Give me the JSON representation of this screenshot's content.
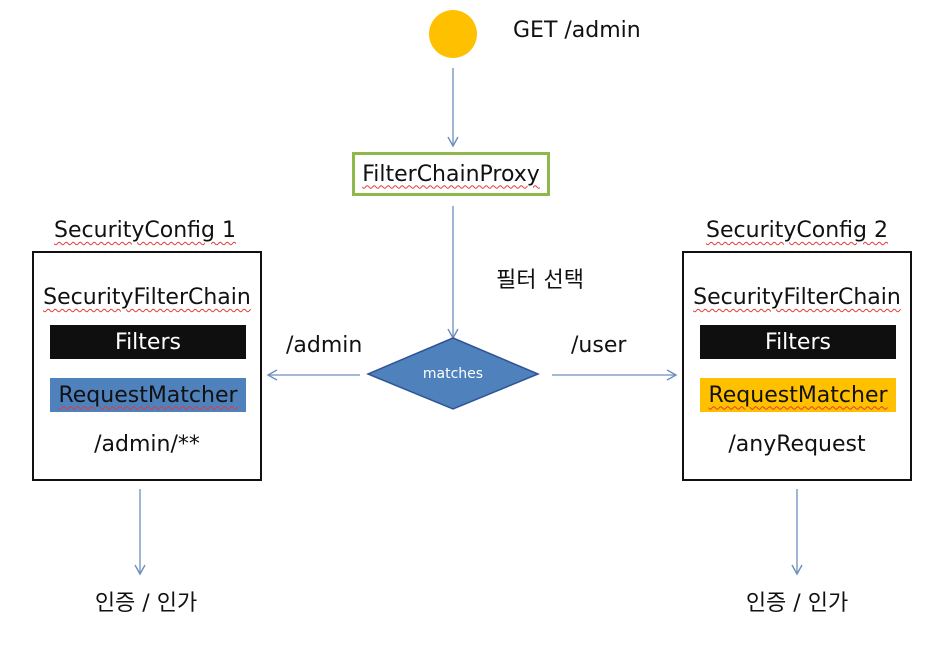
{
  "colors": {
    "start_circle": "#ffc000",
    "proxy_border": "#8fb84a",
    "arrow": "#6d8fbd",
    "diamond_fill": "#4f81bd",
    "diamond_stroke": "#2f5496",
    "filters_bar": "#0f0f0f",
    "matcher_1_bar": "#4f81bd",
    "matcher_2_bar": "#ffc000"
  },
  "start": {
    "request": "GET /admin"
  },
  "proxy": {
    "label": "FilterChainProxy"
  },
  "decision": {
    "caption": "필터 선택",
    "label": "matches",
    "left_path": "/admin",
    "right_path": "/user"
  },
  "config_1": {
    "title": "SecurityConfig 1",
    "chain": "SecurityFilterChain",
    "filters": "Filters",
    "matcher": "RequestMatcher",
    "pattern": "/admin/**",
    "result": "인증 / 인가"
  },
  "config_2": {
    "title": "SecurityConfig 2",
    "chain": "SecurityFilterChain",
    "filters": "Filters",
    "matcher": "RequestMatcher",
    "pattern": "/anyRequest",
    "result": "인증 / 인가"
  }
}
